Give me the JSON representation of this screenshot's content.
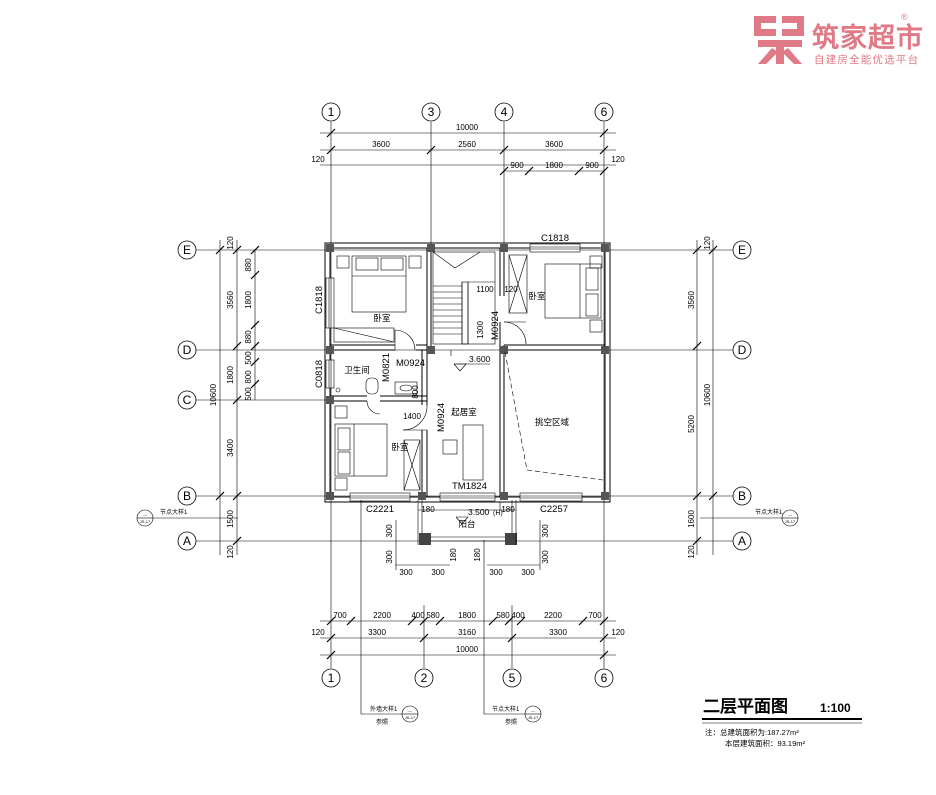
{
  "logo": {
    "title": "筑家超市",
    "subtitle": "自建房全能优选平台",
    "reg": "®",
    "color": "#e07a86"
  },
  "title": {
    "main": "二层平面图",
    "scale": "1:100"
  },
  "notes": {
    "line1": "注：总建筑面积为:187.27m²",
    "line2": "本层建筑面积：93.19m²"
  },
  "axes": {
    "c1": "1",
    "c2": "2",
    "c3": "3",
    "c4": "4",
    "c5": "5",
    "c6": "6",
    "rA": "A",
    "rB": "B",
    "rC": "C",
    "rD": "D",
    "rE": "E"
  },
  "dims": {
    "top_total": "10000",
    "top_a": "3600",
    "top_b": "2560",
    "top_c": "3600",
    "top_d1": "900",
    "top_d2": "1800",
    "top_d3": "900",
    "edge": "120",
    "bot_total": "10000",
    "bot_a": "3300",
    "bot_b": "3160",
    "bot_c": "3300",
    "bot_1": "700",
    "bot_2": "2200",
    "bot_3": "400",
    "bot_4": "580",
    "bot_5": "1800",
    "bot_6": "580",
    "bot_7": "400",
    "bot_8": "2200",
    "bot_9": "700",
    "left_total": "10600",
    "left_a": "3560",
    "left_b": "1800",
    "left_c": "3400",
    "left_d": "1500",
    "left_s1": "880",
    "left_s2": "1800",
    "left_s3": "880",
    "left_s4": "500",
    "left_s5": "800",
    "left_s6": "500",
    "right_total": "10600",
    "right_a": "3560",
    "right_b": "5200",
    "right_c": "1600",
    "d300": "300",
    "d180": "180",
    "d1100": "1100",
    "d120": "120",
    "d1300": "1300",
    "d800": "800",
    "d1400": "1400"
  },
  "labels": {
    "bed1": "卧室",
    "bed2": "卧室",
    "bed3": "卧室",
    "bath": "卫生间",
    "study": "起居室",
    "void": "挑空区域",
    "balcony": "阳台",
    "c1818a": "C1818",
    "c1818b": "C1818",
    "c0818": "C0818",
    "m0924a": "M0924",
    "m0924b": "M0924",
    "m0924c": "M0924",
    "m0821": "M0821",
    "tm1824": "TM1824",
    "c2221": "C2221",
    "c2257": "C2257",
    "elev1": "3.600",
    "elev2": "3.500",
    "elev2_note": "(H)",
    "sec_l": "节点大样1",
    "sec_r": "节点大样1",
    "sec_b1": "外墙大样1",
    "sec_b1b": "参照",
    "sec_b2": "节点大样1",
    "sec_b2b": "参照",
    "sec_l_ref": "—",
    "sec_l_sheet": "JS-17",
    "sec_r_ref": "—",
    "sec_r_sheet": "JS-17",
    "sec_b1_ref": "—",
    "sec_b1_sheet": "JS-17",
    "sec_b2_ref": "—",
    "sec_b2_sheet": "JS-17"
  }
}
